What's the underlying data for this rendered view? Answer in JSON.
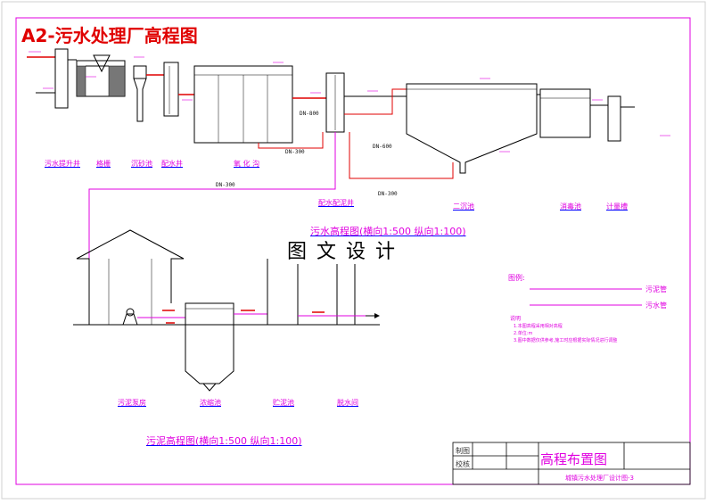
{
  "title": "A2-污水处理厂高程图",
  "watermark": "图 文 设 计",
  "process_units": [
    "污水提升井",
    "格栅",
    "沉砂池",
    "配水井",
    "氧 化 沟",
    "配水配泥井",
    "二沉池",
    "消毒池",
    "计量槽"
  ],
  "sludge_units": [
    "污泥泵房",
    "浓缩池",
    "贮泥池",
    "脱水间"
  ],
  "pipe_labels": {
    "dn300_a": "DN-300",
    "dn800": "DN-800",
    "dn600": "DN-600",
    "dn300_b": "DN-300",
    "dn300_c": "DN-300"
  },
  "sewage_profile_title": "污水高程图(横向1:500 纵向1:100)",
  "sludge_profile_title": "污泥高程图(横向1:500 纵向1:100)",
  "legend": {
    "heading": "图例:",
    "items": [
      "污泥管",
      "污水管"
    ]
  },
  "notes": {
    "heading": "说明",
    "lines": [
      "1.本图高程采用相对高程",
      "2.单位:m",
      "3.图中数据仅供参考,施工时应根据实际情况进行调整"
    ]
  },
  "title_block": {
    "row1": "制图",
    "row2": "校核",
    "drawing_name": "高程布置图",
    "project": "城镇污水处理厂设计图-3"
  },
  "colors": {
    "frame": "#e000e0",
    "pipe_red": "#e00000",
    "structure": "#000000",
    "title_red": "#e00000",
    "label": "#e000e0",
    "underline": "#0000ff"
  }
}
